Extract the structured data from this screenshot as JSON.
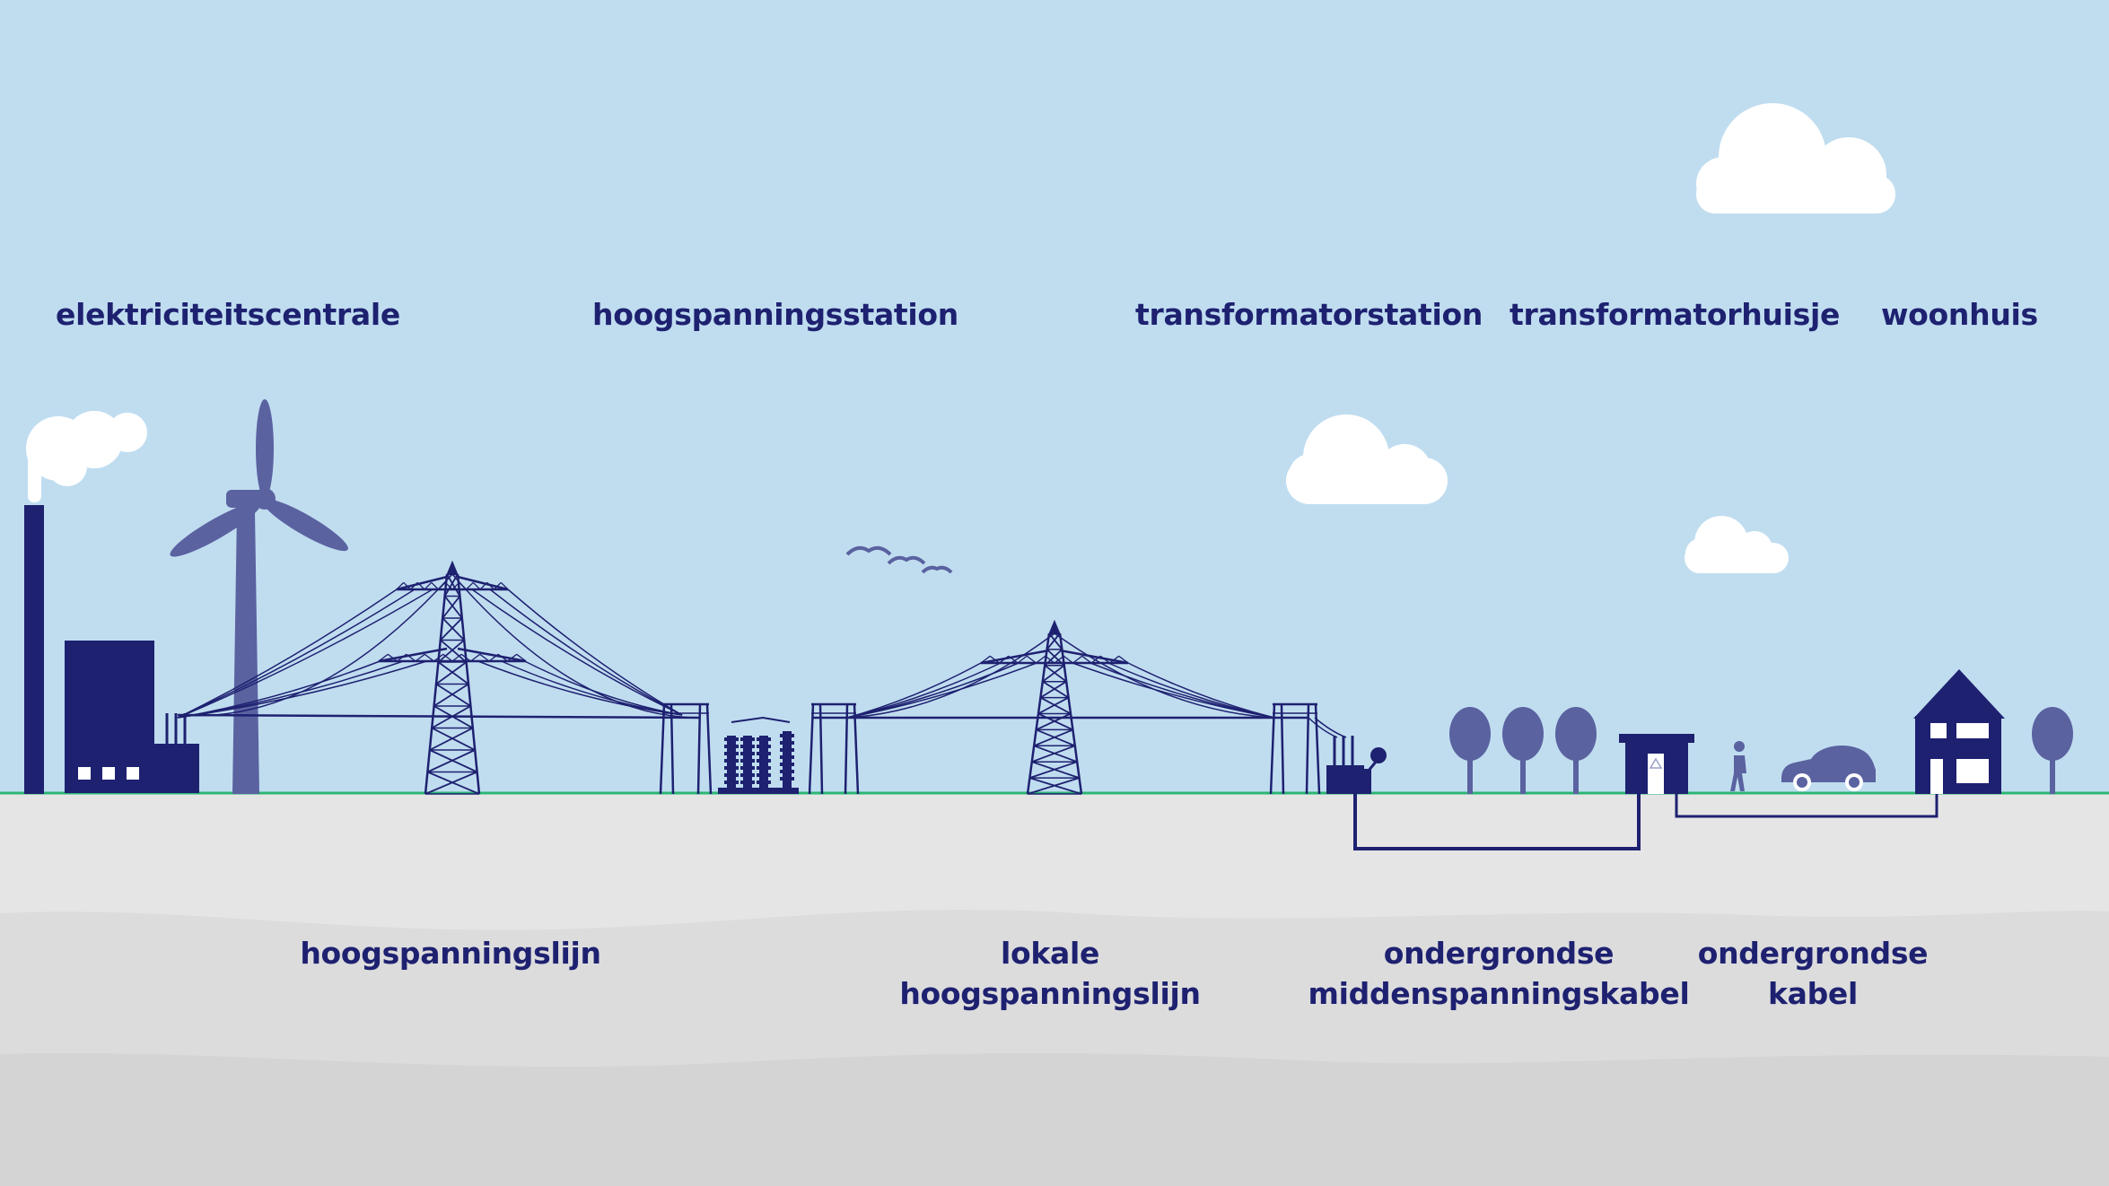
{
  "colors": {
    "sky": "#c0ddf0",
    "ground_top": "#e5e5e6",
    "ground_mid": "#dcdcdd",
    "ground_bottom": "#d4d4d5",
    "grass_line": "#2bb673",
    "navy": "#1e2170",
    "slate": "#5a62a0",
    "cloud": "#ffffff"
  },
  "top_labels": {
    "power_plant": "elektriciteitscentrale",
    "hv_station": "hoogspanningsstation",
    "transformer_station": "transformatorstation",
    "transformer_house": "transformatorhuisje",
    "residence": "woonhuis"
  },
  "bottom_labels": {
    "hv_line": "hoogspanningslijn",
    "local_hv_line_1": "lokale",
    "local_hv_line_2": "hoogspanningslijn",
    "mv_cable_1": "ondergrondse",
    "mv_cable_2": "middenspanningskabel",
    "cable_1": "ondergrondse",
    "cable_2": "kabel"
  },
  "icons": [
    "chimney-icon",
    "factory-icon",
    "wind-turbine-icon",
    "pylon-icon",
    "substation-icon",
    "transformer-icon",
    "tree-icon",
    "transformer-house-icon",
    "person-icon",
    "car-icon",
    "house-icon",
    "cloud-icon",
    "bird-icon"
  ]
}
